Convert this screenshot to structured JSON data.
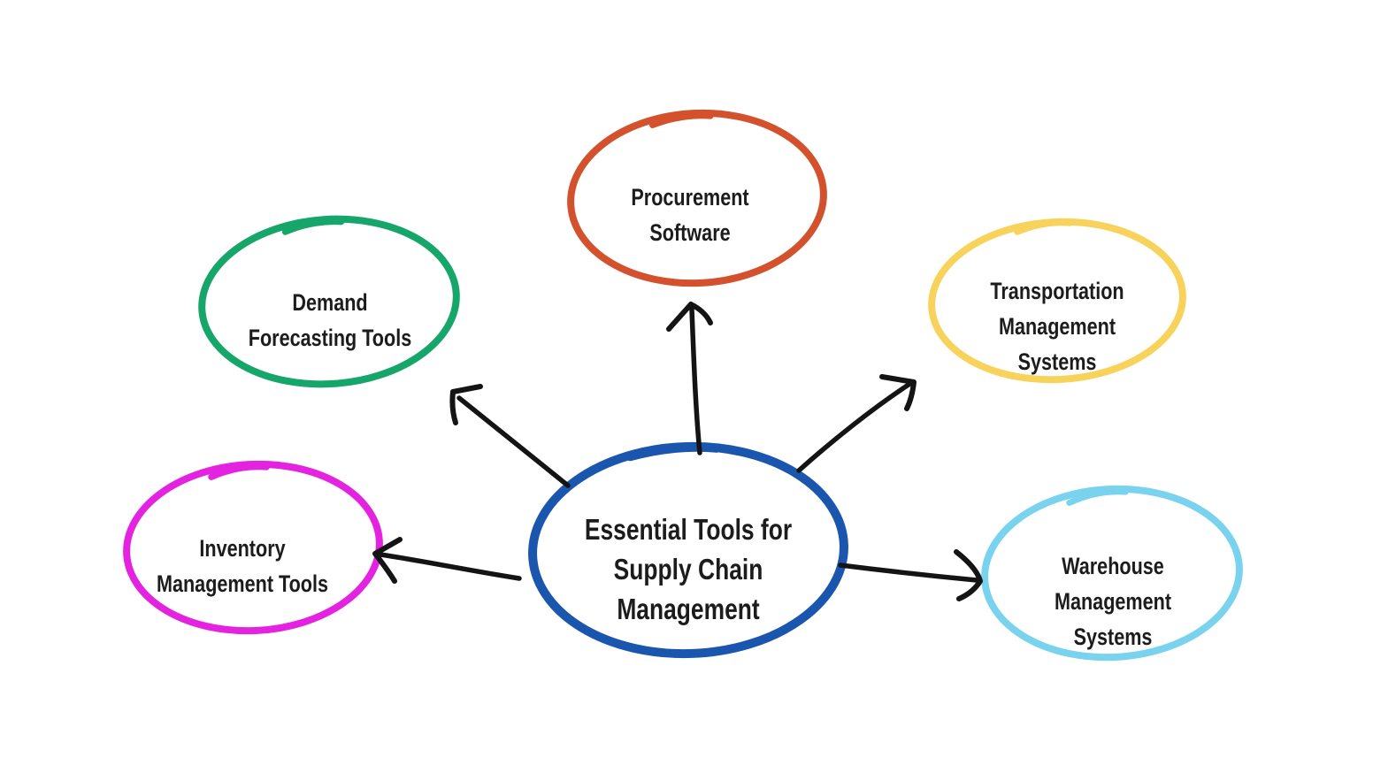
{
  "diagram_title": "Essential Tools for Supply Chain Management",
  "background_color": "#ffffff",
  "text_color": "#1c1c1c",
  "nodes": {
    "center": {
      "label": "Essential Tools for\nSupply Chain\nManagement",
      "color": "#1a56ae"
    },
    "procurement": {
      "label": "Procurement\nSoftware",
      "color": "#d4512e"
    },
    "demand": {
      "label": "Demand\nForecasting Tools",
      "color": "#16a669"
    },
    "transportation": {
      "label": "Transportation\nManagement\nSystems",
      "color": "#f7d35c"
    },
    "inventory": {
      "label": "Inventory\nManagement Tools",
      "color": "#e423e1"
    },
    "warehouse": {
      "label": "Warehouse\nManagement\nSystems",
      "color": "#79d3ee"
    }
  },
  "arrows": {
    "color": "#141414",
    "edges": [
      {
        "from": "center",
        "to": "procurement"
      },
      {
        "from": "center",
        "to": "demand"
      },
      {
        "from": "center",
        "to": "transportation"
      },
      {
        "from": "center",
        "to": "inventory"
      },
      {
        "from": "center",
        "to": "warehouse"
      }
    ]
  }
}
